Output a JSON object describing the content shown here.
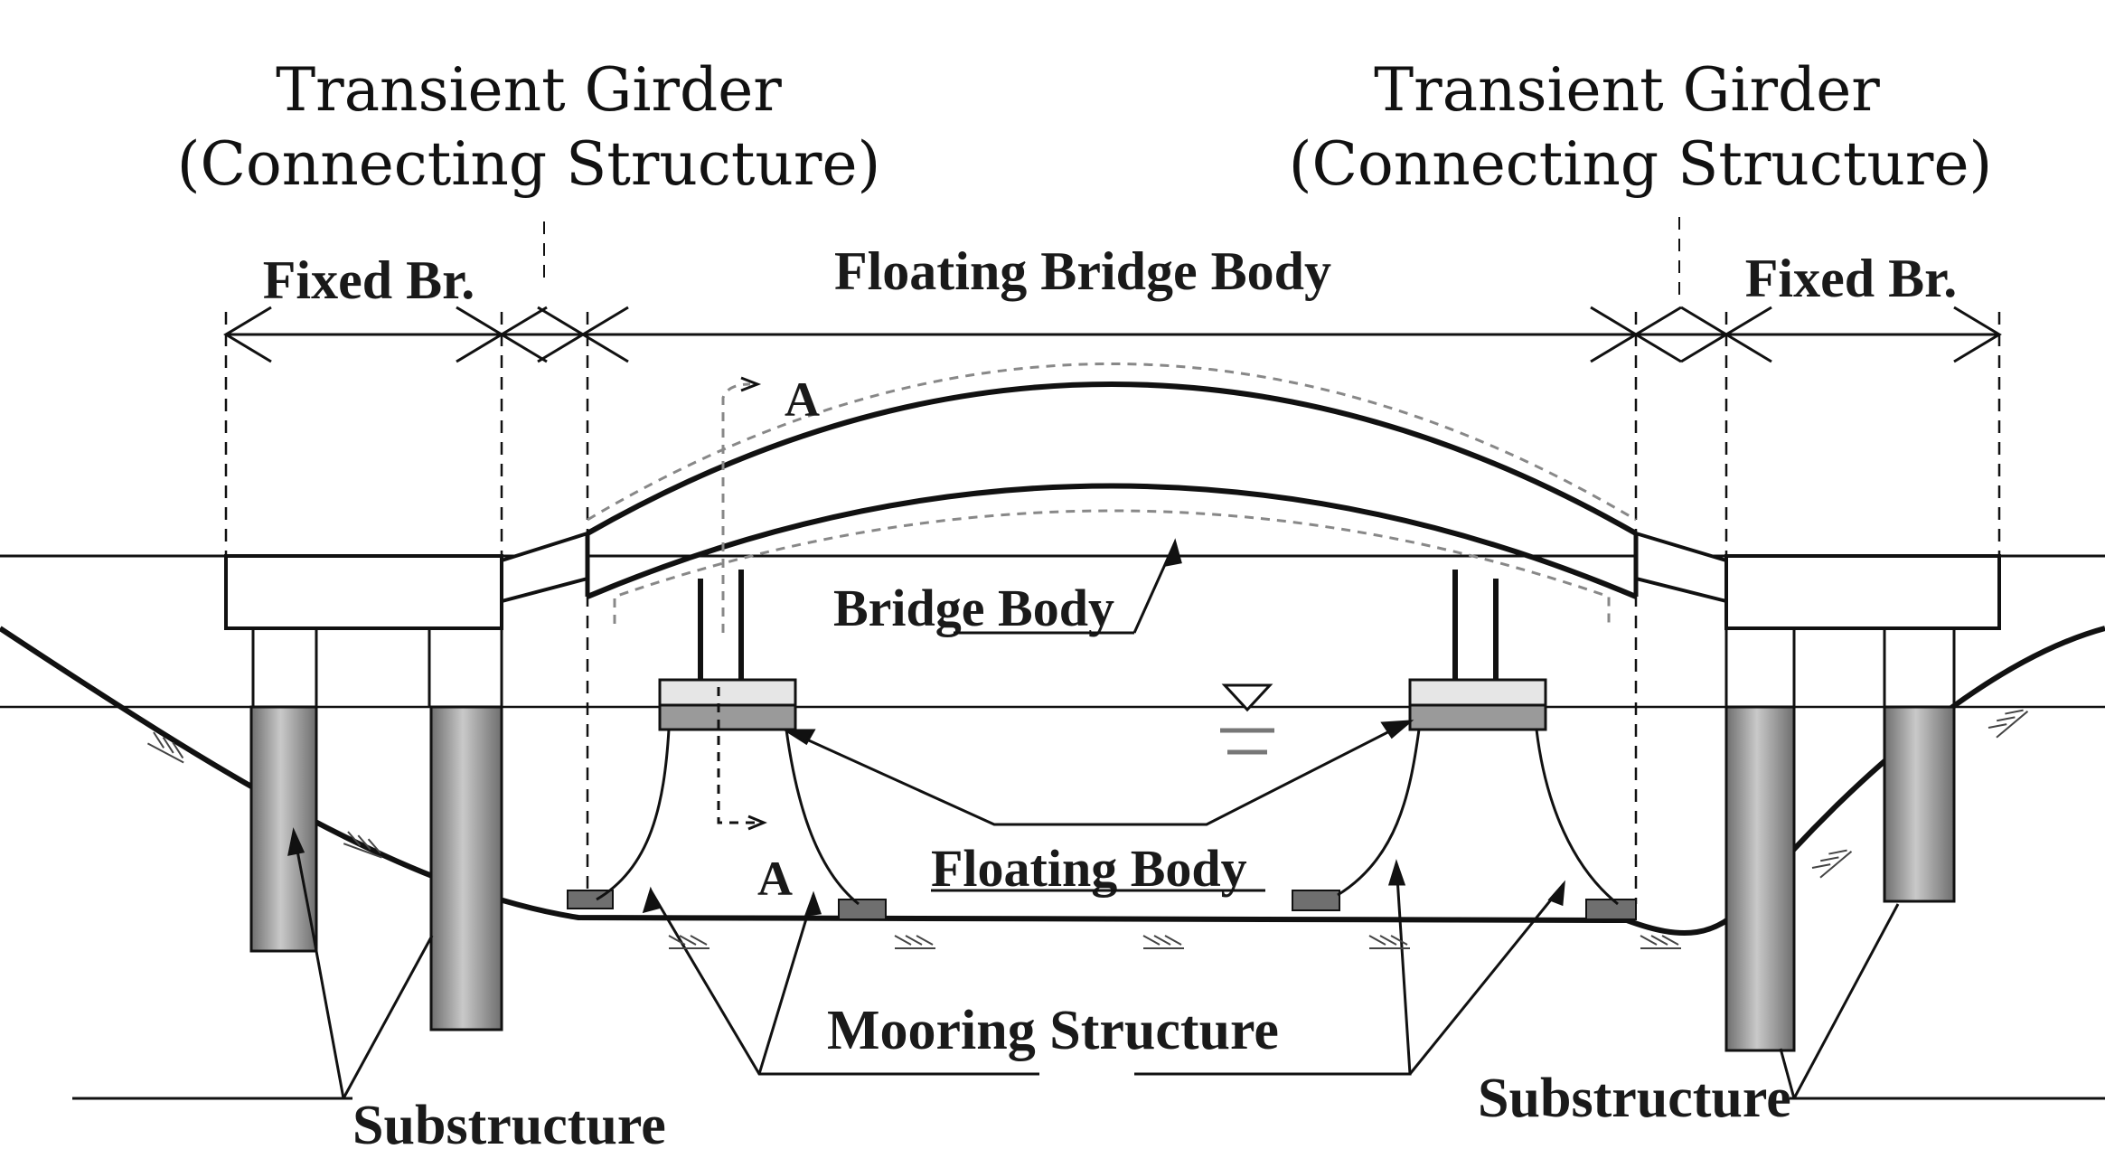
{
  "labels": {
    "transient_girder_left_line1": "Transient Girder",
    "transient_girder_left_line2": "(Connecting Structure)",
    "transient_girder_right_line1": "Transient Girder",
    "transient_girder_right_line2": "(Connecting Structure)",
    "fixed_br_left": "Fixed Br.",
    "floating_bridge_body": "Floating Bridge Body",
    "fixed_br_right": "Fixed Br.",
    "section_a_top": "A",
    "section_a_bottom": "A",
    "bridge_body": "Bridge Body",
    "floating_body": "Floating Body",
    "mooring_structure": "Mooring Structure",
    "substructure_left": "Substructure",
    "substructure_right": "Substructure"
  },
  "colors": {
    "line": "#111111",
    "pile_dark": "#6e6e6e",
    "pile_light": "#c9c9c9",
    "pontoon": "#9a9a9a",
    "anchor": "#6f6f6f",
    "guide_dash": "#888888"
  }
}
